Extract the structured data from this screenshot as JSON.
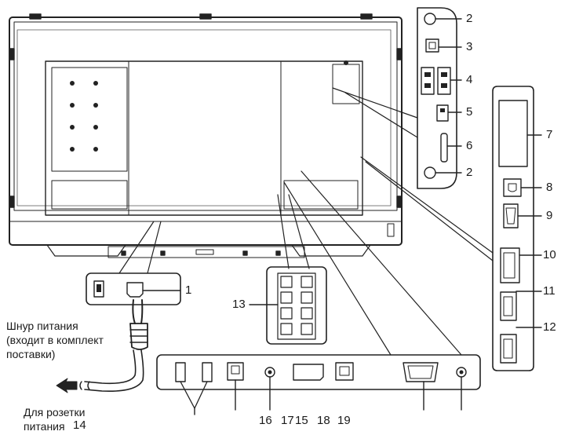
{
  "callouts": {
    "c1": "1",
    "c2a": "2",
    "c2b": "2",
    "c3": "3",
    "c4": "4",
    "c5": "5",
    "c6": "6",
    "c7": "7",
    "c8": "8",
    "c9": "9",
    "c10": "10",
    "c11": "11",
    "c12": "12",
    "c13": "13",
    "c14": "14",
    "c16": "16",
    "c17": "17",
    "c15": "15",
    "c18": "18",
    "c19": "19"
  },
  "power_cord": {
    "line1": "Шнур питания",
    "line2": "(входит в комплект",
    "line3": "поставки)"
  },
  "outlet": {
    "line1": "Для розетки",
    "line2": "питания"
  }
}
